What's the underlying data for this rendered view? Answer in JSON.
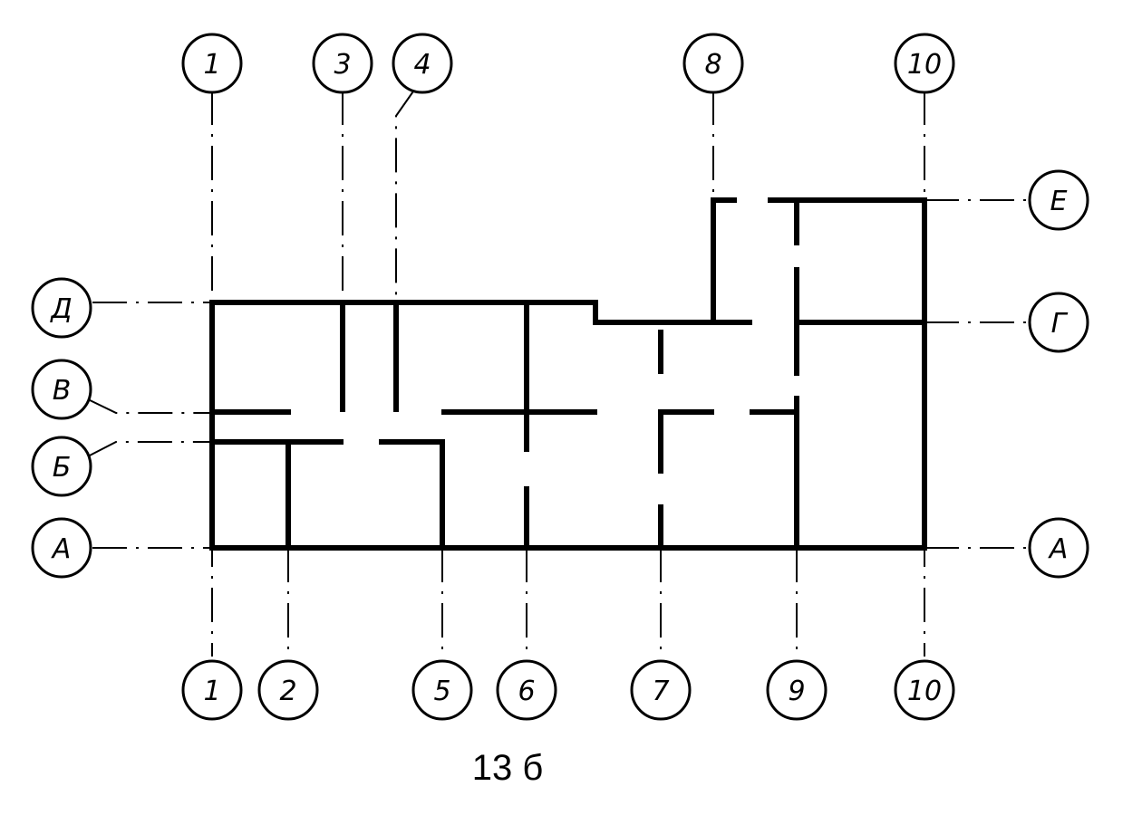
{
  "figure_label": "13 б",
  "axes": {
    "top": [
      "1",
      "3",
      "4",
      "8",
      "10"
    ],
    "bottom": [
      "1",
      "2",
      "5",
      "6",
      "7",
      "9",
      "10"
    ],
    "left": [
      "Д",
      "В",
      "Б",
      "А"
    ],
    "right": [
      "Е",
      "Г",
      "А"
    ]
  }
}
